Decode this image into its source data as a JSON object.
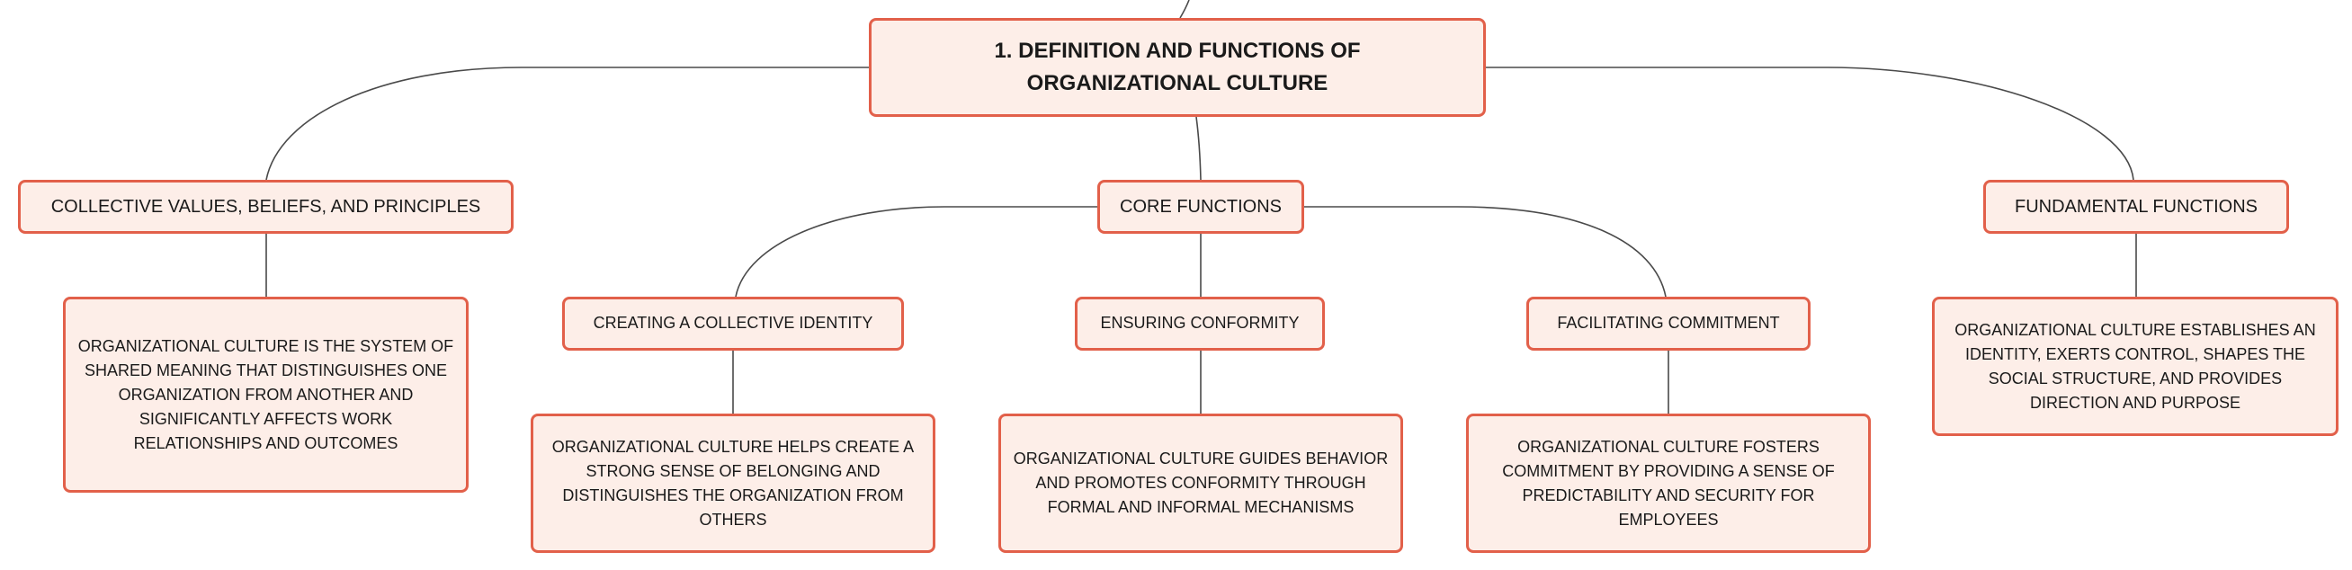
{
  "mindmap": {
    "root": {
      "label": "1. DEFINITION AND FUNCTIONS OF ORGANIZATIONAL CULTURE"
    },
    "branches": [
      {
        "label": "COLLECTIVE VALUES, BELIEFS, AND PRINCIPLES",
        "detail": "ORGANIZATIONAL CULTURE IS THE SYSTEM OF SHARED MEANING THAT DISTINGUISHES ONE ORGANIZATION FROM ANOTHER AND SIGNIFICANTLY AFFECTS WORK RELATIONSHIPS AND OUTCOMES"
      },
      {
        "label": "CORE FUNCTIONS",
        "children": [
          {
            "label": "CREATING A COLLECTIVE IDENTITY",
            "detail": "ORGANIZATIONAL CULTURE HELPS CREATE A STRONG SENSE OF BELONGING AND DISTINGUISHES THE ORGANIZATION FROM OTHERS"
          },
          {
            "label": "ENSURING CONFORMITY",
            "detail": "ORGANIZATIONAL CULTURE GUIDES BEHAVIOR AND PROMOTES CONFORMITY THROUGH FORMAL AND INFORMAL MECHANISMS"
          },
          {
            "label": "FACILITATING COMMITMENT",
            "detail": "ORGANIZATIONAL CULTURE FOSTERS COMMITMENT BY PROVIDING A SENSE OF PREDICTABILITY AND SECURITY FOR EMPLOYEES"
          }
        ]
      },
      {
        "label": "FUNDAMENTAL FUNCTIONS",
        "detail": "ORGANIZATIONAL CULTURE ESTABLISHES AN IDENTITY, EXERTS CONTROL, SHAPES THE SOCIAL STRUCTURE, AND PROVIDES DIRECTION AND PURPOSE"
      }
    ]
  },
  "colors": {
    "node_fill": "#fdeee8",
    "node_border": "#e2604a",
    "connector": "#4a4a4a"
  }
}
